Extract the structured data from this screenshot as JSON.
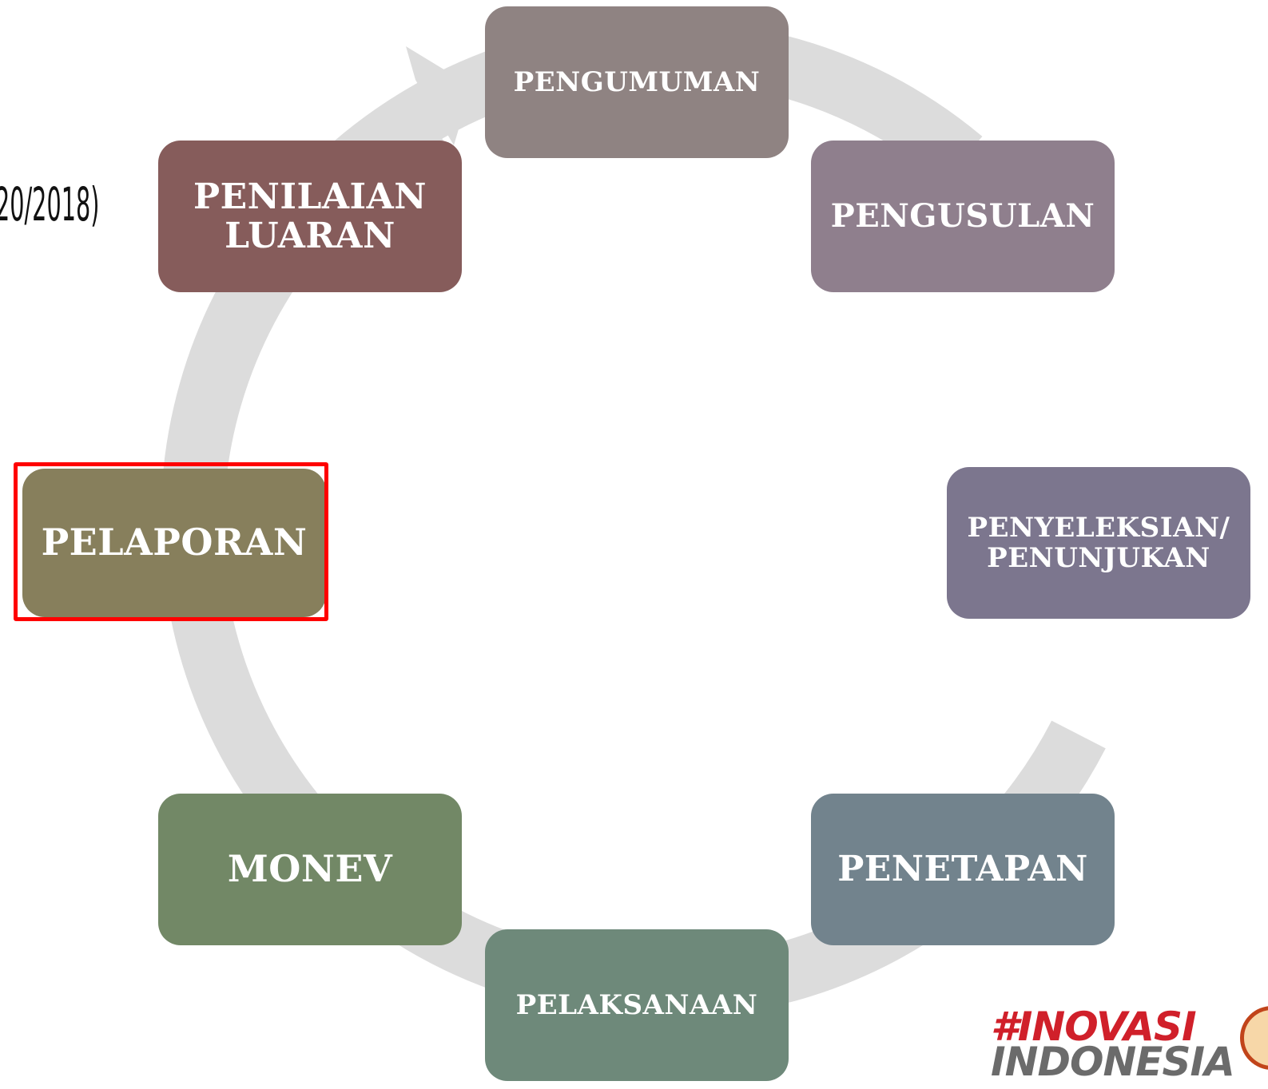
{
  "title_fragment": "20/2018)",
  "stages": [
    {
      "id": "pengumuman",
      "label": "PENGUMUMAN",
      "color": "#8f8382"
    },
    {
      "id": "pengusulan",
      "label": "PENGUSULAN",
      "color": "#8f7f8d"
    },
    {
      "id": "penyeleksian",
      "label": "PENYELEKSIAN/\nPENUNJUKAN",
      "color": "#7c768e"
    },
    {
      "id": "penetapan",
      "label": "PENETAPAN",
      "color": "#72838d"
    },
    {
      "id": "pelaksanaan",
      "label": "PELAKSANAAN",
      "color": "#6e897a"
    },
    {
      "id": "monev",
      "label": "MONEV",
      "color": "#728866"
    },
    {
      "id": "pelaporan",
      "label": "PELAPORAN",
      "color": "#877f5c",
      "highlighted": true
    },
    {
      "id": "penilaian-luaran",
      "label": "PENILAIAN\nLUARAN",
      "color": "#865c5b"
    }
  ],
  "ring_color": "#dcdcdc",
  "highlight_color": "#ff0000",
  "logo": {
    "line1": "#INOVASI",
    "line2": "INDONESIA"
  }
}
